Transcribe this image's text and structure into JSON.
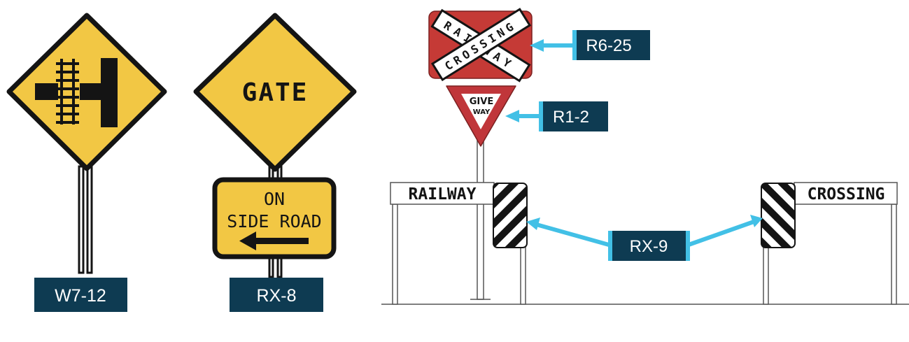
{
  "colors": {
    "warning_yellow": "#f2c744",
    "sign_black": "#141414",
    "crossbuck_red": "#c53a36",
    "giveway_red": "#c0363a",
    "label_navy": "#0e3b52",
    "callout_cyan": "#42c0e6"
  },
  "signs": {
    "w7_12": {
      "icon": "railway-side-road-junction-symbol"
    },
    "rx_8": {
      "main_text": "GATE",
      "plate_line1": "ON",
      "plate_line2": "SIDE ROAD",
      "icon": "left-arrow"
    },
    "r6_25": {
      "word1": "RAILWAY",
      "word2": "CROSSING"
    },
    "r1_2": {
      "line1": "GIVE",
      "line2": "WAY"
    },
    "railway_board": {
      "text": "RAILWAY"
    },
    "crossing_board": {
      "text": "CROSSING"
    }
  },
  "labels": {
    "w7_12": "W7-12",
    "rx_8": "RX-8",
    "r6_25": "R6-25",
    "r1_2": "R1-2",
    "rx_9": "RX-9"
  }
}
